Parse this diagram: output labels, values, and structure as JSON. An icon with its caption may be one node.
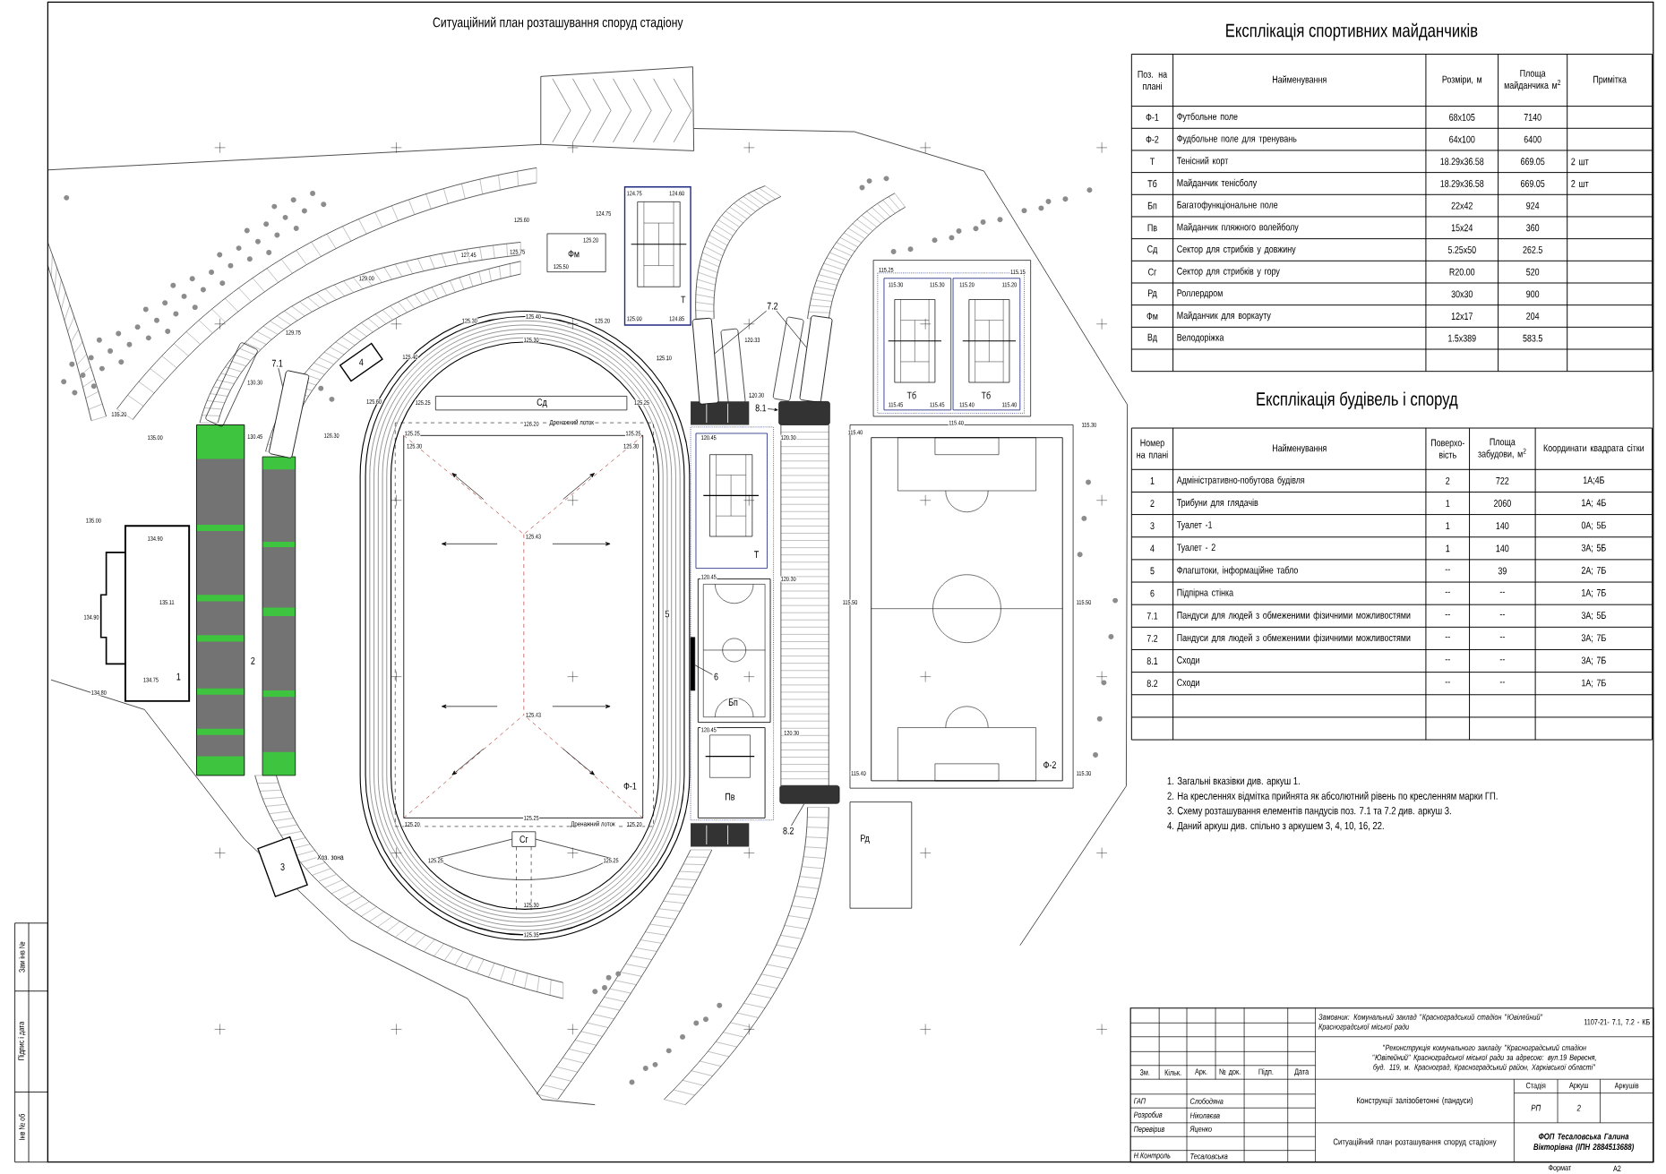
{
  "diagram": {
    "title": "Ситуаційний план розташування споруд стадіону",
    "nodes": [
      {
        "text": [
          "Ф-1"
        ]
      },
      {
        "text": [
          "Ф-2"
        ]
      },
      {
        "text": [
          "Т"
        ]
      },
      {
        "text": [
          "Т"
        ]
      },
      {
        "text": [
          "Тб"
        ]
      },
      {
        "text": [
          "Тб"
        ]
      },
      {
        "text": [
          "Бп"
        ]
      },
      {
        "text": [
          "Пв"
        ]
      },
      {
        "text": [
          "Сд"
        ]
      },
      {
        "text": [
          "Сг"
        ]
      },
      {
        "text": [
          "Рд"
        ]
      },
      {
        "text": [
          "Фм"
        ]
      },
      {
        "text": [
          "1"
        ]
      },
      {
        "text": [
          "2"
        ]
      },
      {
        "text": [
          "3"
        ]
      },
      {
        "text": [
          "4"
        ]
      },
      {
        "text": [
          "7.1"
        ]
      },
      {
        "text": [
          "7.2"
        ]
      },
      {
        "text": [
          "8.1"
        ]
      },
      {
        "text": [
          "8.2"
        ]
      },
      {
        "text": [
          "6"
        ],
        "in": 6
      },
      {
        "text": [],
        "shape": "box"
      },
      {
        "text": [],
        "shape": "box"
      },
      {
        "text": [],
        "shape": "box"
      },
      {
        "text": [],
        "shape": "box"
      },
      {
        "text": [],
        "shape": "box"
      },
      {
        "text": [],
        "shape": "bar"
      }
    ],
    "edges": [
      {
        "from": 16,
        "to": 21,
        "arrow": "none"
      },
      {
        "from": 17,
        "to": 22,
        "arrow": "none"
      },
      {
        "from": 17,
        "to": 23,
        "arrow": "none"
      },
      {
        "from": 18,
        "to": 24,
        "arrow": "to"
      },
      {
        "from": 19,
        "to": 25,
        "arrow": "none"
      },
      {
        "from": 20,
        "to": 26,
        "arrow": "none"
      }
    ],
    "labels": [
      "Експлікація спортивних майданчиків",
      "Поз. на плані",
      "Найменування",
      "Розміри, м",
      "Площа майданчика м$^{2}$",
      "Примітка",
      "Ф-1",
      "Футбольне поле",
      "68x105",
      "7140",
      "Ф-2",
      "Фудбольне поле для тренувань",
      "64x100",
      "6400",
      "Т",
      "Тенісний корт",
      "18.29x36.58",
      "669.05",
      "2 шт",
      "Тб",
      "Майданчик тенісболу",
      "18.29x36.58",
      "669.05",
      "2 шт",
      "Бп",
      "Багатофункціональне поле",
      "22x42",
      "924",
      "Пв",
      "Майданчик пляжного волейболу",
      "15x24",
      "360",
      "Сд",
      "Сектор для стрибків у довжину",
      "5.25x50",
      "262.5",
      "Сг",
      "Сектор для стрибків у гору",
      "R20.00",
      "520",
      "Рд",
      "Роллердром",
      "30x30",
      "900",
      "Фм",
      "Майданчик для воркауту",
      "12x17",
      "204",
      "Вд",
      "Велодоріжка",
      "1.5x389",
      "583.5",
      "Експлікація будівель і споруд",
      "Номер на плані",
      "Найменування",
      "Поверхо- вість",
      "Площа забудови, м$^{2}$",
      "Координати квадрата сітки",
      "1",
      "Адміністративно-побутова будівля",
      "2",
      "722",
      "1А;4Б",
      "2",
      "Трибуни для глядачів",
      "1",
      "2060",
      "1А; 4Б",
      "3",
      "Туалет -1",
      "1",
      "140",
      "0А; 5Б",
      "4",
      "Туалет - 2",
      "1",
      "140",
      "3А; 5Б",
      "5",
      "Флагштоки, інформаційне табло",
      "--",
      "39",
      "2А; 7Б",
      "6",
      "Підпірна стінка",
      "--",
      "--",
      "1А; 7Б",
      "7.1",
      "Пандуси для людей з обмеженими фізичними можливостями",
      "--",
      "--",
      "3А; 5Б",
      "7.2",
      "Пандуси для людей з обмеженими фізичними можливостями",
      "--",
      "--",
      "3А; 7Б",
      "8.1",
      "Сходи",
      "--",
      "--",
      "3А; 7Б",
      "8.2",
      "Сходи",
      "--",
      "--",
      "1А; 7Б",
      "1. Загальні вказівки див. аркуш 1.",
      "2. На кресленнях відмітка прийнята як абсолютний рівень по кресленням марки ГП.",
      "3. Схему розташування елементів пандусів поз. 7.1 та 7.2 див. аркуш 3.",
      "4. Даний аркуш див. спільно з аркушем 3, 4, 10, 16, 22.",
      "Зм.",
      "Кільк.",
      "Арк.",
      "№ док.",
      "Підп.",
      "Дата",
      "ГАП",
      "Слободяна",
      "Розробив",
      "Ніколаєва",
      "Перевірив",
      "Яценко",
      "Н.Контроль",
      "Тесаловська",
      "Замовник: Комунальний заклад \"Красноградський стадіон \"Ювілейний\" Красноградської міської ради",
      "1107-21- 7.1, 7.2 - КБ",
      "\"Реконструкція комунального закладу \"Красноградський стадіон \"Ювілейний\" Красноградської міської ради за адресою: вул.19 Вересня, буд. 119, м. Красноград, Красноградський район, Харківської області\"",
      "Конструкції залізобетонні (пандуси)",
      "Стадія",
      "Аркуш",
      "Аркушів",
      "РП",
      "2",
      "Ситуаційний план розташування споруд стадіону",
      "ФОП Тесаловська Галина Вікторівна (ІПН 2884513688)",
      "Формат",
      "А2",
      "Зам інв №",
      "Підпис і дата",
      "Інв № об",
      "5",
      "Хоз. зона",
      "Дренажний лоток",
      "Дренажний лоток",
      "135.20",
      "135.00",
      "135.00",
      "134.90",
      "134.80",
      "134.90",
      "135.11",
      "134.75",
      "127.45",
      "129.00",
      "129.75",
      "125.60",
      "125.75",
      "125.20",
      "125.50",
      "124.75",
      "124.60",
      "124.75",
      "125.00",
      "124.85",
      "125.40",
      "125.30",
      "125.20",
      "125.30",
      "125.40",
      "125.10",
      "125.60",
      "126.30",
      "130.30",
      "130.45",
      "125.25",
      "125.25",
      "126.20",
      "125.25",
      "125.25",
      "125.30",
      "125.30",
      "125.43",
      "125.43",
      "125.20",
      "125.20",
      "125.25",
      "125.25",
      "125.25",
      "125.30",
      "125.35",
      "120.33",
      "120.30",
      "120.45",
      "120.30",
      "120.45",
      "120.30",
      "120.45",
      "120.30",
      "115.25",
      "115.15",
      "115.30",
      "115.30",
      "115.20",
      "115.20",
      "115.45",
      "115.45",
      "115.40",
      "115.40",
      "115.40",
      "115.30",
      "115.40",
      "115.50",
      "115.50",
      "115.40",
      "115.30"
    ]
  }
}
